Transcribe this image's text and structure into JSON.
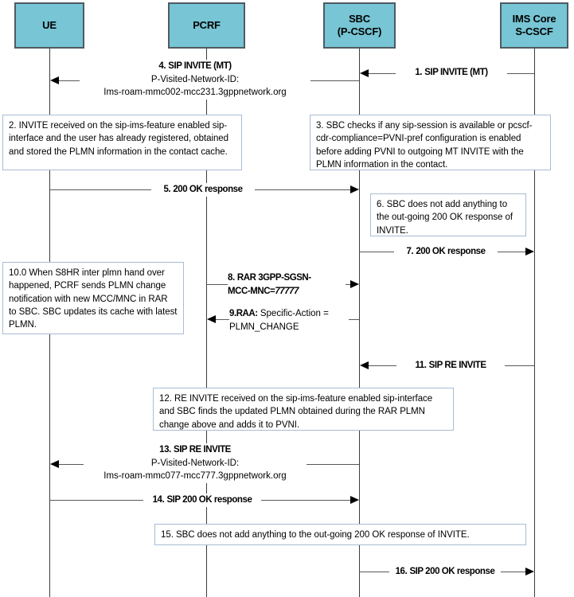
{
  "diagram": {
    "title": "SBC PVNI / PLMN change sequence diagram",
    "colors": {
      "actor_fill": "#77c5d5",
      "actor_border": "#4d5b63",
      "note_border": "#a9bcd4",
      "line": "#595959",
      "lifeline": "#3c3c3c",
      "text": "#000000"
    }
  },
  "actors": [
    {
      "id": "ue",
      "label_line1": "UE",
      "label_line2": ""
    },
    {
      "id": "pcrf",
      "label_line1": "PCRF",
      "label_line2": ""
    },
    {
      "id": "sbc",
      "label_line1": "SBC",
      "label_line2": "(P-CSCF)"
    },
    {
      "id": "ims",
      "label_line1": "IMS Core",
      "label_line2": "S-CSCF"
    }
  ],
  "messages": [
    {
      "id": "m1",
      "number": "1.",
      "label": "SIP INVITE (MT)",
      "from": "ims",
      "to": "sbc",
      "direction": "left"
    },
    {
      "id": "m4",
      "number": "4.",
      "label": "SIP INVITE (MT)",
      "from": "sbc",
      "to": "ue",
      "direction": "left",
      "extra_lines": [
        "P-Visited-Network-ID:",
        "Ims-roam-mmc002-mcc231.3gppnetwork.org"
      ]
    },
    {
      "id": "m5",
      "number": "5.",
      "label": "200 OK response",
      "from": "ue",
      "to": "sbc",
      "direction": "right"
    },
    {
      "id": "m7",
      "number": "7.",
      "label": "200 OK response",
      "from": "sbc",
      "to": "ims",
      "direction": "right"
    },
    {
      "id": "m8",
      "number": "8.",
      "label": "RAR 3GPP-SGSN-",
      "label_line2": "MCC-MNC=",
      "value": "77777",
      "from": "pcrf",
      "to": "sbc",
      "direction": "right"
    },
    {
      "id": "m9",
      "number": "9.",
      "label": "RAA:",
      "label_rest": " Specific-Action =",
      "label_line2": "PLMN_CHANGE",
      "from": "sbc",
      "to": "pcrf",
      "direction": "left"
    },
    {
      "id": "m11",
      "number": "11.",
      "label": "SIP RE INVITE",
      "from": "ims",
      "to": "sbc",
      "direction": "left"
    },
    {
      "id": "m13",
      "number": "13.",
      "label": "SIP RE INVITE",
      "from": "sbc",
      "to": "ue",
      "direction": "left",
      "extra_lines": [
        "P-Visited-Network-ID:",
        "Ims-roam-mmc077-mcc777.3gppnetwork.org"
      ]
    },
    {
      "id": "m14",
      "number": "14.",
      "label": "SIP 200 OK response",
      "from": "ue",
      "to": "sbc",
      "direction": "right"
    },
    {
      "id": "m16",
      "number": "16.",
      "label": "SIP 200 OK response",
      "from": "sbc",
      "to": "ims",
      "direction": "right"
    }
  ],
  "notes": [
    {
      "id": "n2",
      "text": "2. INVITE received on the sip-ims-feature enabled sip-interface and the user has already registered, obtained and stored the PLMN information in the contact cache."
    },
    {
      "id": "n3",
      "text": "3. SBC checks if any sip-session is available or pcscf-cdr-compliance=PVNI-pref configuration is enabled before adding PVNI to outgoing MT INVITE with the PLMN information in the contact."
    },
    {
      "id": "n6",
      "text": "6. SBC does not add anything to the out-going 200 OK response of INVITE."
    },
    {
      "id": "n10",
      "text": "10.0 When S8HR inter plmn hand over happened, PCRF sends PLMN change notification with new MCC/MNC in RAR to SBC. SBC updates its cache with latest PLMN."
    },
    {
      "id": "n12",
      "text": "12. RE INVITE received on the sip-ims-feature enabled sip-interface and SBC finds the updated PLMN obtained during the RAR PLMN change above and adds it to PVNI."
    },
    {
      "id": "n15",
      "text": "15. SBC does not add anything to the out-going 200 OK response of INVITE."
    }
  ]
}
